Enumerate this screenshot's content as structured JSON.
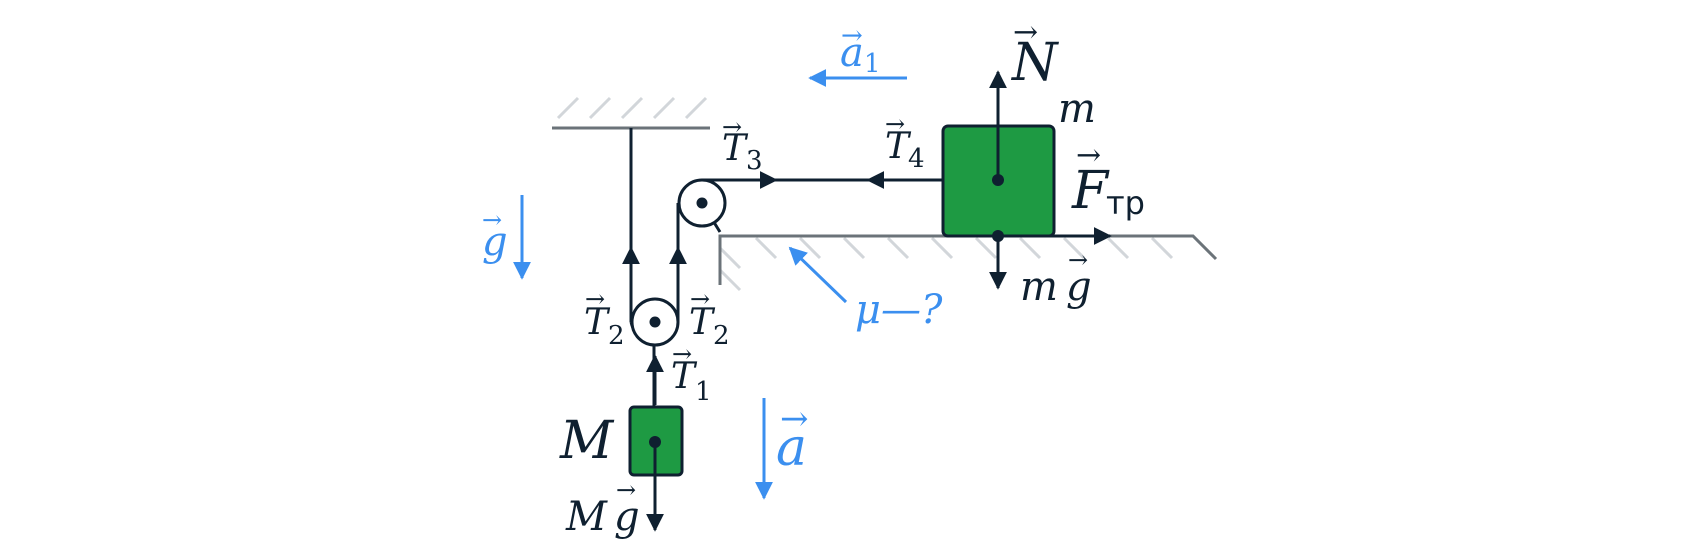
{
  "colors": {
    "ink": "#0f2030",
    "blue": "#3b8fef",
    "green": "#1e9a43",
    "surface": "#6b7379",
    "hatch": "#d2d6da"
  },
  "labels": {
    "a1": {
      "base": "a",
      "sub": "1"
    },
    "N": {
      "base": "N"
    },
    "m": {
      "base": "m"
    },
    "T4": {
      "base": "T",
      "sub": "4"
    },
    "T3": {
      "base": "T",
      "sub": "3"
    },
    "Ftr": {
      "base": "F",
      "sub": "тр"
    },
    "g": {
      "base": "g"
    },
    "mg": {
      "pre": "m",
      "base": "g"
    },
    "mu": {
      "text": "μ—?"
    },
    "T2_left": {
      "base": "T",
      "sub": "2"
    },
    "T2_right": {
      "base": "T",
      "sub": "2"
    },
    "T1": {
      "base": "T",
      "sub": "1"
    },
    "M": {
      "base": "M"
    },
    "a": {
      "base": "a"
    },
    "Mg": {
      "pre": "M",
      "base": "g"
    }
  }
}
